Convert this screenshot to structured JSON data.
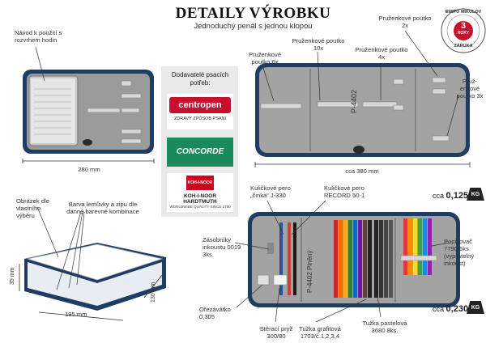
{
  "header": {
    "title": "DETAILY VÝROBKU",
    "subtitle": "Jednoduchý penál s jednou klopou"
  },
  "badge": {
    "top_text": "EMIPO MIKULOV",
    "number": "3",
    "number_unit": "ROKY",
    "bottom_text": "ZÁRUKA",
    "color": "#c8102e"
  },
  "suppliers": {
    "heading": "Dodavatelé psacích potřeb:",
    "centropen": {
      "name": "centropen",
      "tagline": "ZDRAVÝ ZPŮSOB PSANÍ"
    },
    "concorde": {
      "name": "CONCORDE"
    },
    "kohinoor": {
      "brand": "KOH-I-NOOR",
      "name": "KOH-I-NOOR HARDTMUTH",
      "tagline": "WORLDWIDE QUALITY SINCE 1790"
    }
  },
  "left_photo": {
    "label_manual": "Návod k použití s rozvrhem hodin",
    "dimension": "280 mm"
  },
  "open_photo": {
    "product_code": "P-4402",
    "loops": [
      {
        "text": "Pruženkové poutko 6x"
      },
      {
        "text": "Pruženkové poutko 10x"
      },
      {
        "text": "Pruženkové poutko 4x"
      },
      {
        "text": "Pruženkové poutko 2x"
      },
      {
        "text": "Pruž-enkové poutko 3x"
      }
    ],
    "dimension": "cca 380 mm"
  },
  "closed_photo": {
    "label_picture": "Obrázek dle vlastního výběru",
    "label_color": "Barva lemůvky a zipu dle danné barevné kombinace",
    "dim_height": "35 mm",
    "dim_width": "195 mm",
    "dim_depth": "130 mm"
  },
  "filled_photo": {
    "product_code": "P-4402 Plněný",
    "items": {
      "pen1": "Kuličkové pero „činka“ J-330",
      "pen2": "Kuličkové pero RECORD 50-1",
      "refills": "Zásobníky inkoustu 0019 3ks",
      "sharpener": "Ořezávátko 0,305",
      "eraser": "Stěrací pryž 300/80",
      "graphite": "Tužka grafitová 1703/č.1,2,3,4",
      "crayons": "Tužka pastelová 3680 8ks.",
      "markers": "Popisovač 7790 6ks. (vypratelný inkoust)"
    }
  },
  "weights": {
    "empty": {
      "prefix": "cca",
      "value": "0,125",
      "unit": "KG"
    },
    "filled": {
      "prefix": "cca",
      "value": "0,230",
      "unit": "KG"
    }
  },
  "colors": {
    "navy": "#1f3d63",
    "pencil_case_gray": "#9a9a9a",
    "centropen_red": "#c8102e",
    "concorde_green": "#1b8a5a",
    "kohinoor_red": "#d0021b"
  }
}
